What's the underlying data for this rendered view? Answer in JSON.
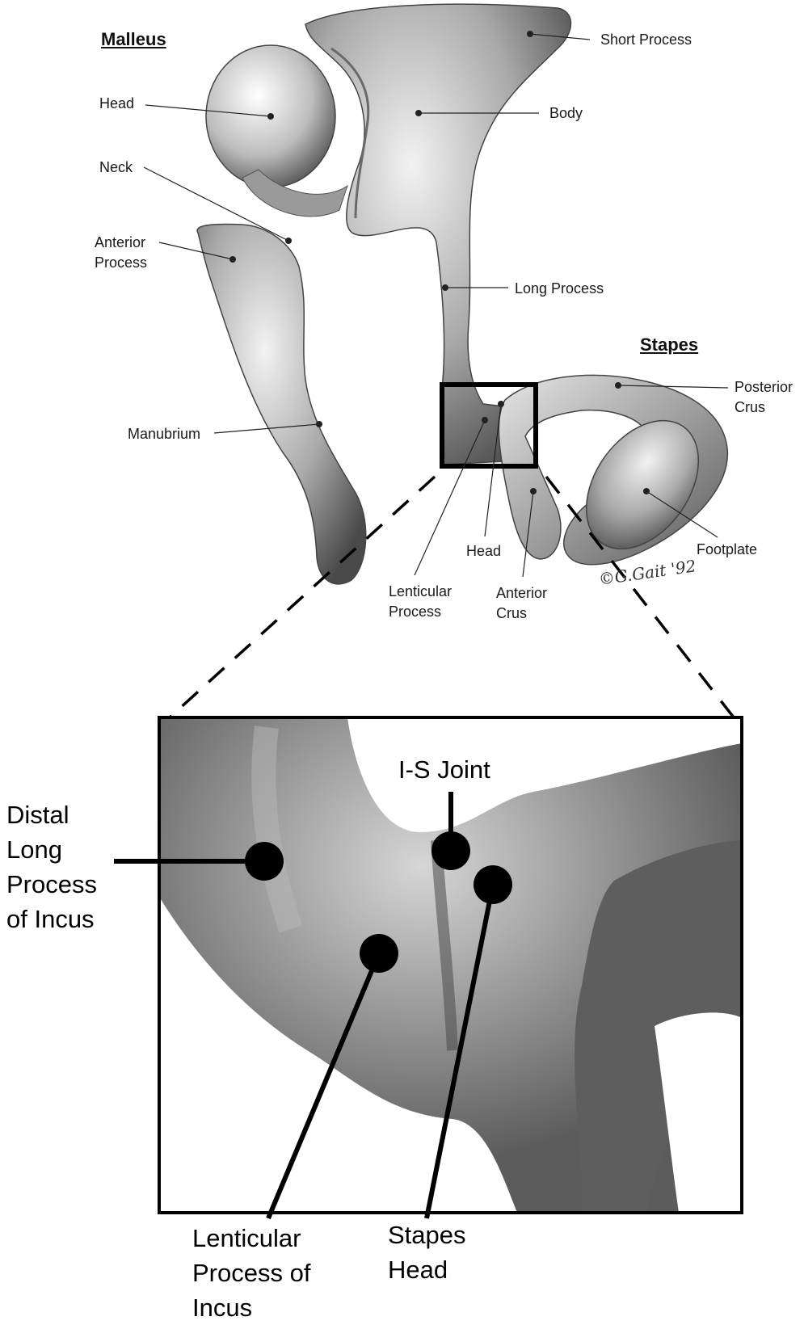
{
  "upper": {
    "malleus_title": "Malleus",
    "stapes_title": "Stapes",
    "labels": {
      "short_process": "Short Process",
      "body": "Body",
      "head_malleus": "Head",
      "neck": "Neck",
      "anterior_process_1": "Anterior",
      "anterior_process_2": "Process",
      "long_process": "Long Process",
      "manubrium": "Manubrium",
      "posterior_crus_1": "Posterior",
      "posterior_crus_2": "Crus",
      "footplate": "Footplate",
      "head_stapes": "Head",
      "lenticular_process_1": "Lenticular",
      "lenticular_process_2": "Process",
      "anterior_crus_1": "Anterior",
      "anterior_crus_2": "Crus"
    },
    "signature": "©G.Gait '92"
  },
  "inset": {
    "labels": {
      "is_joint": "I-S Joint",
      "distal_1": "Distal",
      "distal_2": "Long",
      "distal_3": "Process",
      "distal_4": "of Incus",
      "lenticular_1": "Lenticular",
      "lenticular_2": "Process of",
      "lenticular_3": "Incus",
      "stapes_head_1": "Stapes",
      "stapes_head_2": "Head"
    }
  }
}
